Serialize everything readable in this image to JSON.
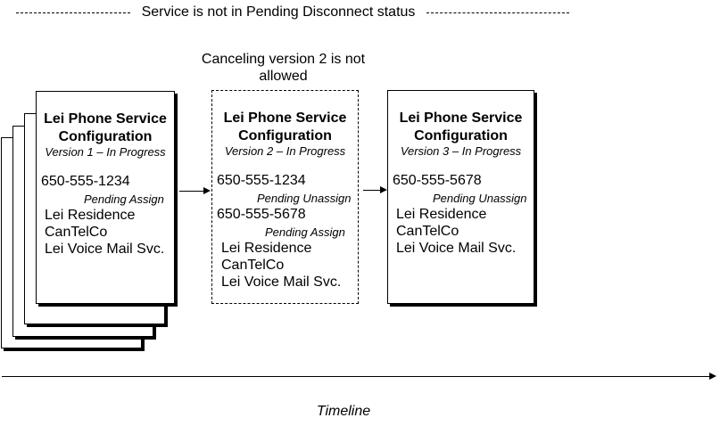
{
  "banner": {
    "text": "Service is not in Pending Disconnect status"
  },
  "cancel_note": {
    "text": "Canceling version 2 is not allowed"
  },
  "versions": [
    {
      "title_line1": "Lei Phone Service",
      "title_line2": "Configuration",
      "version_label": "Version 1 – In Progress",
      "phone": "650-555-1234",
      "phone_status": "Pending Assign",
      "details": [
        "Lei Residence",
        "CanTelCo",
        "Lei Voice Mail Svc."
      ]
    },
    {
      "title_line1": "Lei Phone Service",
      "title_line2": "Configuration",
      "version_label": "Version 2 – In Progress",
      "phones": [
        {
          "number": "650-555-1234",
          "status": "Pending Unassign"
        },
        {
          "number": "650-555-5678",
          "status": "Pending Assign"
        }
      ],
      "details": [
        "Lei Residence",
        "CanTelCo",
        "Lei Voice Mail Svc."
      ]
    },
    {
      "title_line1": "Lei Phone Service",
      "title_line2": "Configuration",
      "version_label": "Version 3 – In Progress",
      "phone": "650-555-5678",
      "phone_status": "Pending Unassign",
      "details": [
        "Lei Residence",
        "CanTelCo",
        "Lei Voice Mail Svc."
      ]
    }
  ],
  "timeline": {
    "label": "Timeline"
  }
}
